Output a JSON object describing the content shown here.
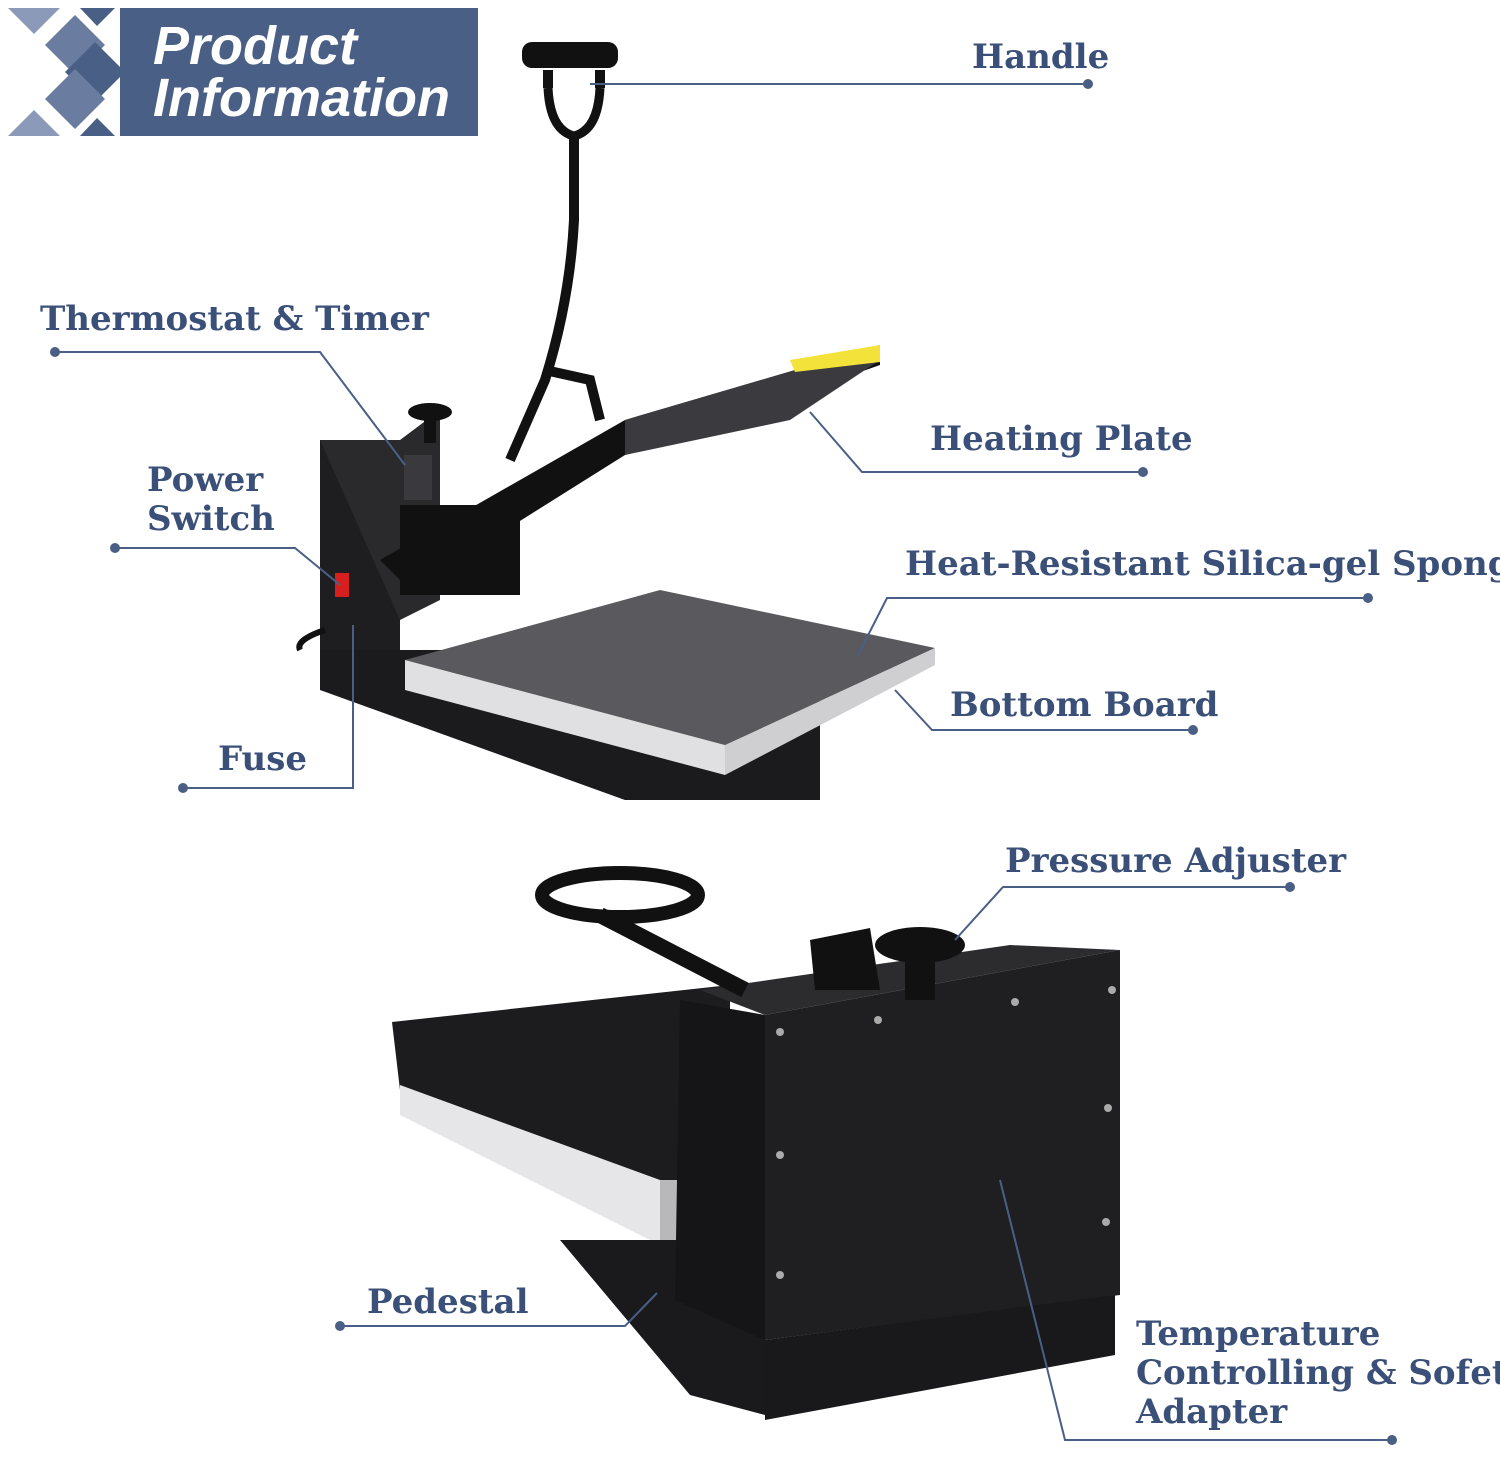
{
  "banner": {
    "line1": "Product",
    "line2": "Information"
  },
  "colors": {
    "accent": "#4a5f86",
    "label": "#3b5078",
    "leader": "#4a5f86",
    "machine": "#1e1e20"
  },
  "labels": {
    "handle": "Handle",
    "thermostat": "Thermostat & Timer",
    "heating_plate": "Heating Plate",
    "power_switch_1": "Power",
    "power_switch_2": "Switch",
    "silica_sponge": "Heat-Resistant Silica-gel Sponge",
    "bottom_board": "Bottom Board",
    "fuse": "Fuse",
    "pressure_adjuster": "Pressure Adjuster",
    "pedestal": "Pedestal",
    "temp_1": "Temperature",
    "temp_2": "Controlling & Sofety",
    "temp_3": "Adapter"
  }
}
